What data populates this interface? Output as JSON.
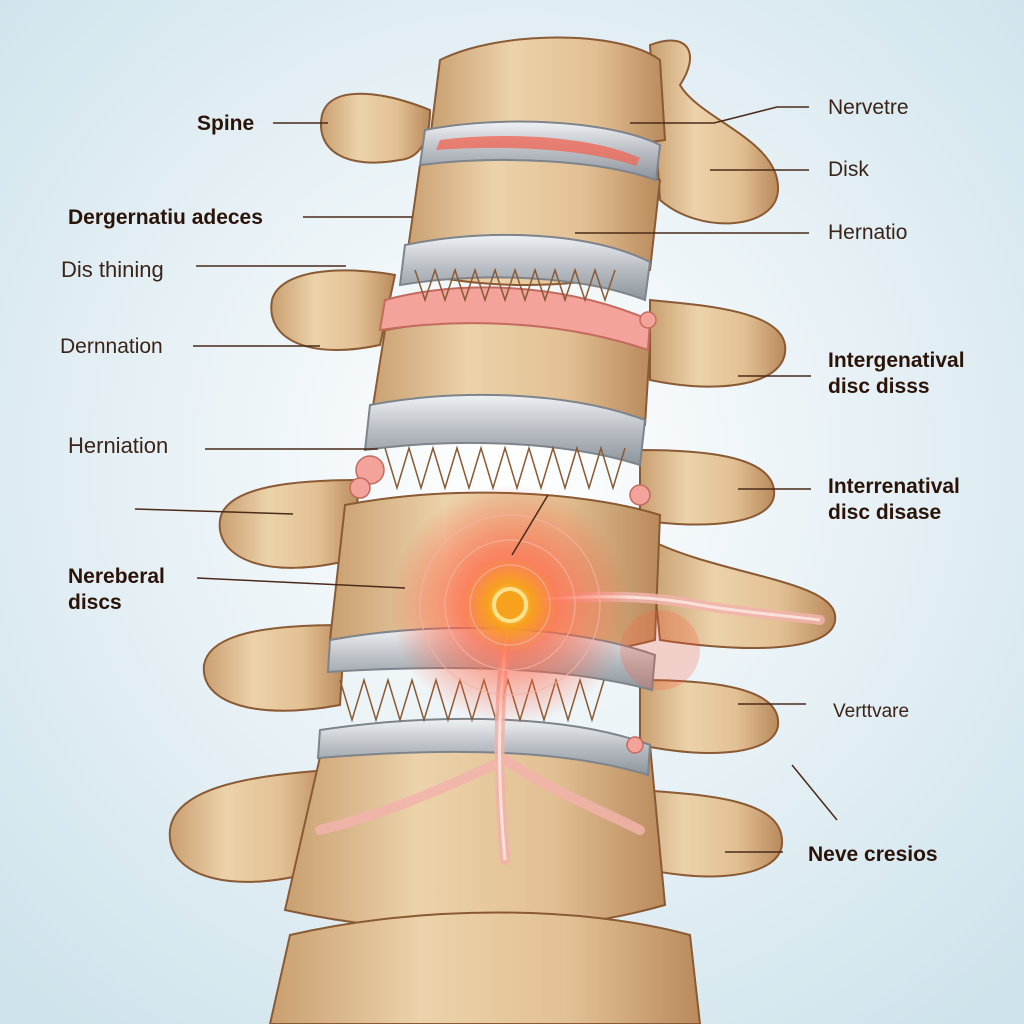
{
  "colors": {
    "background_center": "#ffffff",
    "background_edge": "#cfe3ec",
    "bone": "#e6c79c",
    "bone_shadow": "#c79e6e",
    "bone_outline": "#8a5a34",
    "disc": "#c9cdd2",
    "disc_highlight": "#eef1f4",
    "inflamed": "#f08a80",
    "pain_core": "#f7a21c",
    "pain_glow": "#ff5a3c",
    "nerve": "#f6c6c0",
    "leader_line": "#4a2a1a"
  },
  "labels": {
    "left": [
      {
        "id": "spine",
        "text": "Spine",
        "bold": true
      },
      {
        "id": "dergernatiu",
        "text": "Dergernatiu adeces",
        "bold": true
      },
      {
        "id": "dis-thining",
        "text": "Dis thining",
        "bold": false
      },
      {
        "id": "dernnation",
        "text": "Dernnation",
        "bold": false
      },
      {
        "id": "herniation",
        "text": "Herniation",
        "bold": false
      },
      {
        "id": "nereberal",
        "text": "Nereberal\ndiscs",
        "bold": true
      }
    ],
    "right": [
      {
        "id": "nervetre",
        "text": "Nervetre",
        "bold": false
      },
      {
        "id": "disk",
        "text": "Disk",
        "bold": false
      },
      {
        "id": "hernatio",
        "text": "Hernatio",
        "bold": false
      },
      {
        "id": "intergenatival",
        "text": "Intergenatival\ndisc disss",
        "bold": true
      },
      {
        "id": "interrenatival",
        "text": "Interrenatival\ndisc disase",
        "bold": true
      },
      {
        "id": "verttvare",
        "text": "Verttvare",
        "bold": false
      },
      {
        "id": "neve-cresios",
        "text": "Neve cresios",
        "bold": true
      }
    ]
  }
}
